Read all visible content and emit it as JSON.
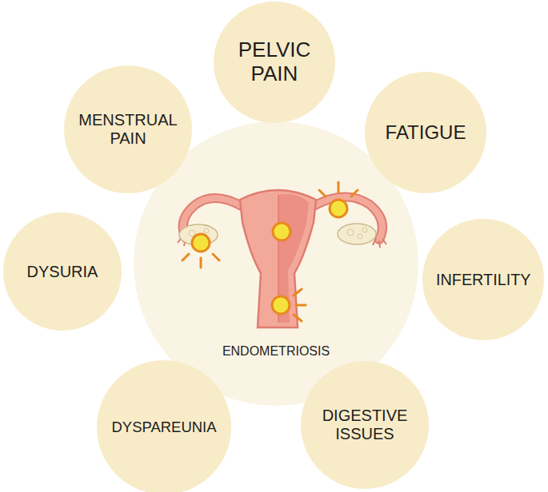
{
  "diagram": {
    "nodes": [
      {
        "text": [
          "PELVIC PAIN"
        ]
      },
      {
        "text": [
          "MENSTRUAL PAIN"
        ]
      },
      {
        "text": [
          "FATIGUE"
        ]
      },
      {
        "text": [
          "ENDOMETRIOSIS"
        ]
      },
      {
        "text": [
          "DYSURIA"
        ]
      },
      {
        "text": [
          "INFERTILITY"
        ]
      },
      {
        "text": [
          "DYSPAREUNIA"
        ]
      },
      {
        "text": [
          "DIGESTIVE ISSUES"
        ]
      }
    ]
  }
}
